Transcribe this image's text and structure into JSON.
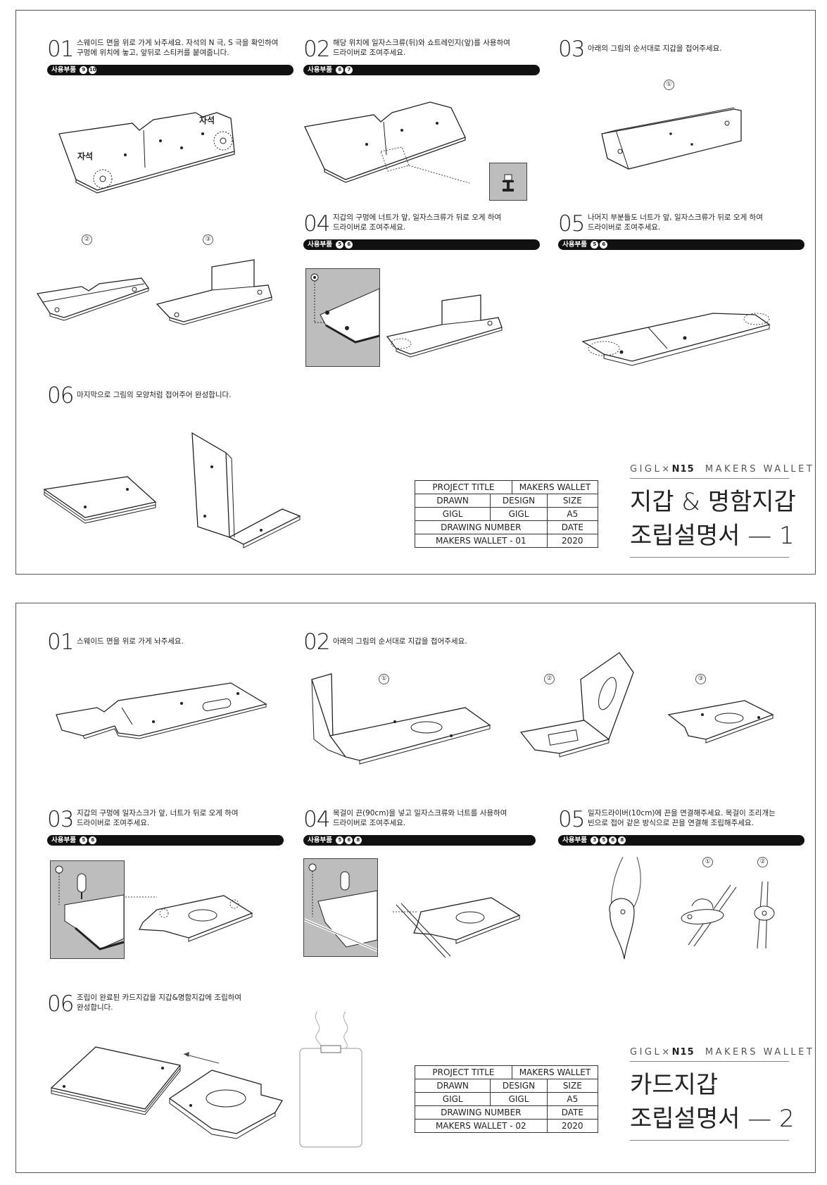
{
  "sheet1": {
    "steps": [
      {
        "num": "01",
        "line1": "스웨이드 면을 위로 가게 놔주세요. 자석의 N 극, S 극을 확인하여",
        "line2": "구멍에 위치에 놓고, 앞뒤로 스티커를 붙여줍니다.",
        "parts_label": "사용부품",
        "badges": [
          "9",
          "10"
        ]
      },
      {
        "num": "02",
        "line1": "해당 위치에 일자스크류(뒤)와 쇼트레인지(앞)를 사용하여",
        "line2": "드라이버로 조여주세요.",
        "parts_label": "사용부품",
        "badges": [
          "6",
          "7"
        ]
      },
      {
        "num": "03",
        "line1": "아래의 그림의 순서대로 지갑을 접어주세요.",
        "line2": ""
      },
      {
        "num": "04",
        "line1": "지갑의 구멍에 너트가 앞, 일자스크류가 뒤로 오게 하여",
        "line2": "드라이버로 조여주세요.",
        "parts_label": "사용부품",
        "badges": [
          "5",
          "6"
        ]
      },
      {
        "num": "05",
        "line1": "나머지 부분들도 너트가 앞, 일자스크류가 뒤로 오게 하여",
        "line2": "드라이버로 조여주세요.",
        "parts_label": "사용부품",
        "badges": [
          "5",
          "6"
        ]
      },
      {
        "num": "06",
        "line1": "마지막으로 그림의 모양처럼 접어주어 완성합니다.",
        "line2": ""
      }
    ],
    "magnet_label": "자석",
    "fold_numbers": [
      "①",
      "②",
      "③"
    ],
    "title_block": {
      "project_title": "PROJECT TITLE",
      "project_value": "MAKERS WALLET",
      "drawn": "DRAWN",
      "design": "DESIGN",
      "size": "SIZE",
      "drawn_value": "GIGL",
      "design_value": "GIGL",
      "size_value": "A5",
      "drawing_number": "DRAWING NUMBER",
      "date": "DATE",
      "number_value": "MAKERS WALLET - 01",
      "date_value": "2020"
    },
    "brand": {
      "gigl": "GIGL",
      "x": "×",
      "n15": "N15",
      "makers": "MAKERS WALLET"
    },
    "title_line1": "지갑 & 명함지갑",
    "title_line2": "조립설명서 — 1"
  },
  "sheet2": {
    "steps": [
      {
        "num": "01",
        "line1": "스웨이드 면을 위로 가게 놔주세요.",
        "line2": ""
      },
      {
        "num": "02",
        "line1": "아래의 그림의 순서대로 지갑을 접어주세요.",
        "line2": ""
      },
      {
        "num": "03",
        "line1": "지갑의 구멍에 일자스크가 앞, 너트가 뒤로 오게 하여",
        "line2": "드라이버로 조여주세요.",
        "parts_label": "사용부품",
        "badges": [
          "5",
          "6"
        ]
      },
      {
        "num": "04",
        "line1": "목걸이 끈(90cm)을 넣고 일자스크류와 너트를 사용하여",
        "line2": "드라이버로 조여주세요.",
        "parts_label": "사용부품",
        "badges": [
          "5",
          "6",
          "8"
        ]
      },
      {
        "num": "05",
        "line1": "일자드라이버(10cm)에 끈을 연결해주세요. 목걸이 조리개는",
        "line2": "빈으로 접어 같은 방식으로 끈을 연결해 조립해주세요.",
        "parts_label": "사용부품",
        "badges": [
          "3",
          "5",
          "6",
          "8"
        ]
      },
      {
        "num": "06",
        "line1": "조립이 완료된 카드지갑을 지갑&명함지갑에 조립하여",
        "line2": "완성합니다.",
        "parts_label": "",
        "badges": []
      }
    ],
    "fold_numbers": [
      "①",
      "②",
      "③"
    ],
    "title_block": {
      "project_title": "PROJECT TITLE",
      "project_value": "MAKERS WALLET",
      "drawn": "DRAWN",
      "design": "DESIGN",
      "size": "SIZE",
      "drawn_value": "GIGL",
      "design_value": "GIGL",
      "size_value": "A5",
      "drawing_number": "DRAWING NUMBER",
      "date": "DATE",
      "number_value": "MAKERS WALLET - 02",
      "date_value": "2020"
    },
    "brand": {
      "gigl": "GIGL",
      "x": "×",
      "n15": "N15",
      "makers": "MAKERS WALLET"
    },
    "title_line1": "카드지갑",
    "title_line2": "조립설명서 — 2"
  }
}
